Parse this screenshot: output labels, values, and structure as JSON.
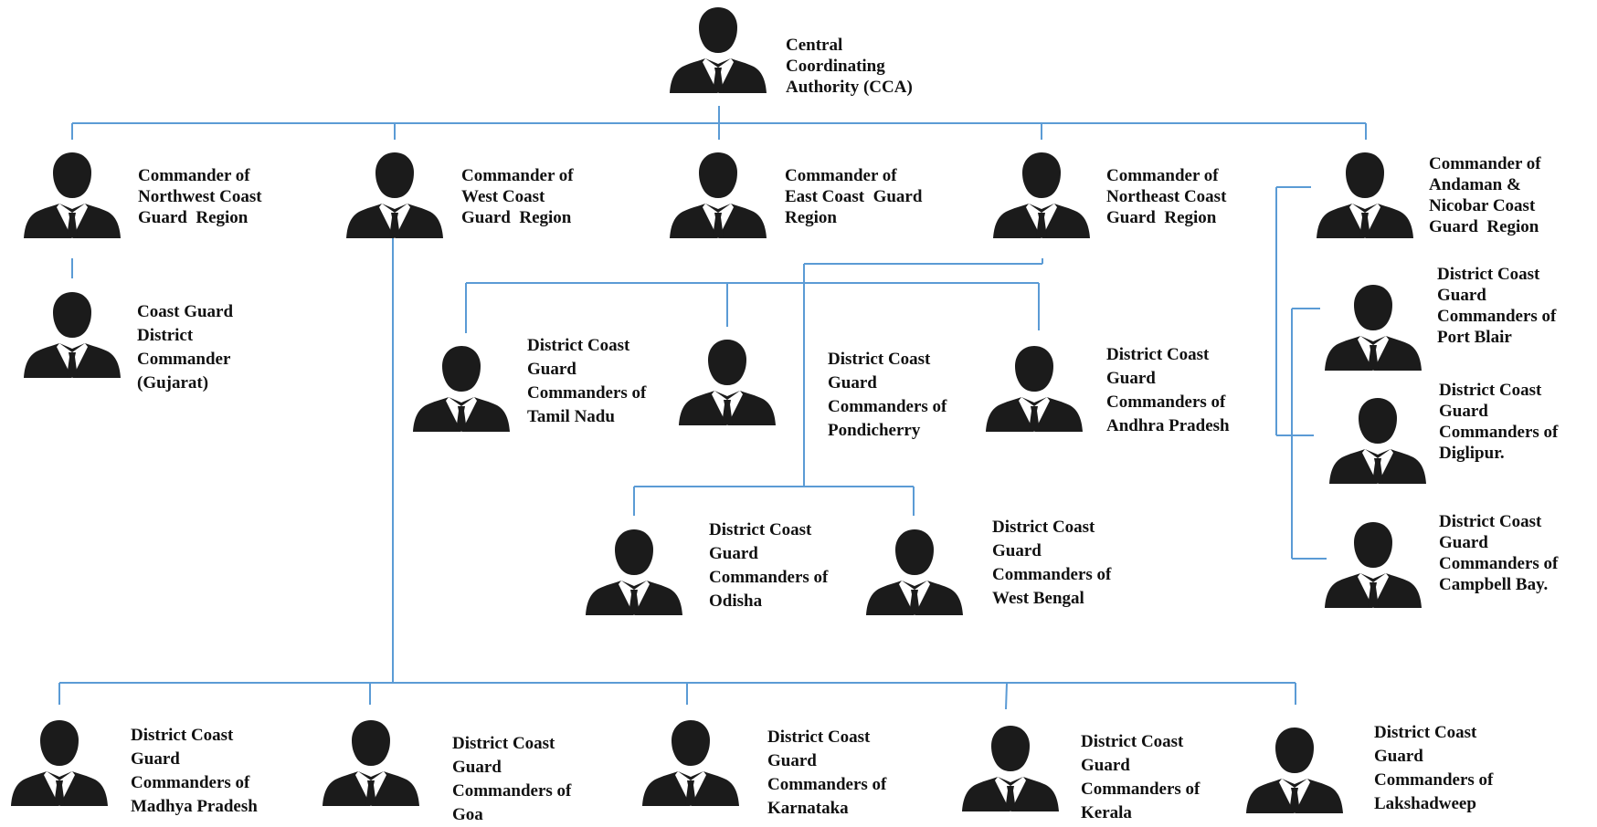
{
  "colors": {
    "connector": "#5b9bd5",
    "silhouette": "#1b1b1b"
  },
  "icons": {
    "person": "businessman-silhouette-icon"
  },
  "root": {
    "label": "Central\nCoordinating\nAuthority (CCA)"
  },
  "regions": [
    {
      "id": "northwest",
      "label": "Commander of\nNorthwest Coast\nGuard  Region"
    },
    {
      "id": "west",
      "label": "Commander of\nWest Coast\nGuard  Region"
    },
    {
      "id": "east",
      "label": "Commander of\nEast Coast  Guard\nRegion"
    },
    {
      "id": "northeast",
      "label": "Commander of\nNortheast Coast\nGuard  Region"
    },
    {
      "id": "andaman",
      "label": "Commander of\nAndaman &\nNicobar Coast\nGuard  Region"
    }
  ],
  "districts": {
    "gujarat": "Coast Guard\nDistrict\nCommander\n(Gujarat)",
    "tamil_nadu": "District Coast\nGuard\nCommanders of\nTamil Nadu",
    "pondicherry": "District Coast\nGuard\nCommanders of\nPondicherry",
    "andhra_pradesh": "District Coast\nGuard\nCommanders of\nAndhra Pradesh",
    "odisha": "District Coast\nGuard\nCommanders of\nOdisha",
    "west_bengal": "District Coast\nGuard\nCommanders of\nWest Bengal",
    "port_blair": "District Coast\nGuard\nCommanders of\nPort Blair",
    "diglipur": "District Coast\nGuard\nCommanders of\nDiglipur.",
    "campbell_bay": "District Coast\nGuard\nCommanders of\nCampbell Bay.",
    "madhya_pradesh": "District Coast\nGuard\nCommanders of\nMadhya Pradesh",
    "goa": "District Coast\nGuard\nCommanders of\nGoa",
    "karnataka": "District Coast\nGuard\nCommanders of\nKarnataka",
    "kerala": "District Coast\nGuard\nCommanders of\nKerala",
    "lakshadweep": "District Coast\nGuard\nCommanders of\nLakshadweep"
  }
}
